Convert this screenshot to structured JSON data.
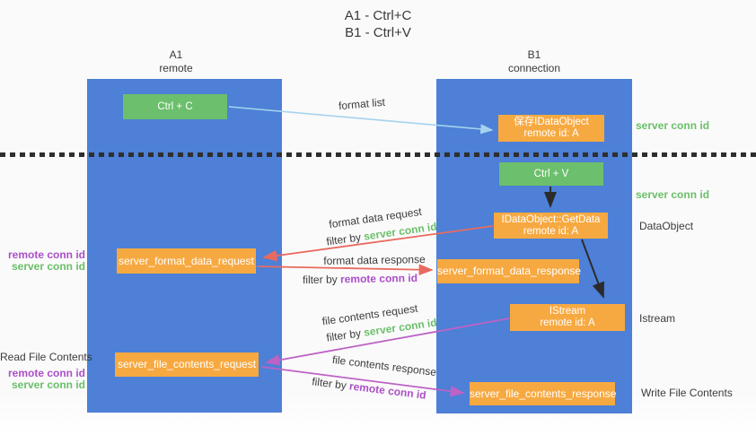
{
  "title": {
    "line1": "A1 - Ctrl+C",
    "line2": "B1 - Ctrl+V"
  },
  "columns": {
    "a1": {
      "name": "A1",
      "subtitle": "remote"
    },
    "b1": {
      "name": "B1",
      "subtitle": "connection"
    }
  },
  "nodes": {
    "ctrl_c": {
      "label": "Ctrl + C"
    },
    "save_dataobject": {
      "line1": "保存IDataObject",
      "line2": "remote id: A"
    },
    "ctrl_v": {
      "label": "Ctrl + V"
    },
    "getdata": {
      "line1": "IDataObject::GetData",
      "line2": "remote id: A"
    },
    "format_request": {
      "label": "server_format_data_request"
    },
    "format_response": {
      "label": "server_format_data_response"
    },
    "istream": {
      "line1": "IStream",
      "line2": "remote id: A"
    },
    "file_request": {
      "label": "server_file_contents_request"
    },
    "file_response": {
      "label": "server_file_contents_response"
    }
  },
  "side_labels": {
    "server_conn_id_top": "server conn id",
    "server_conn_id_mid": "server conn id",
    "dataobject": "DataObject",
    "istream": "Istream",
    "write_file_contents": "Write File Contents",
    "read_file_contents": "Read File Contents",
    "left_top_remote": "remote conn id",
    "left_top_server": "server conn id",
    "left_bottom_remote": "remote conn id",
    "left_bottom_server": "server conn id"
  },
  "arrow_labels": {
    "format_list": "format list",
    "format_data_request": "format data request",
    "filter_by_server_1": {
      "prefix": "filter by ",
      "highlight": "server conn id"
    },
    "format_data_response": "format data response",
    "filter_by_remote_1": {
      "prefix": "filter by ",
      "highlight": "remote conn id"
    },
    "file_contents_request": "file contents request",
    "filter_by_server_2": {
      "prefix": "filter by ",
      "highlight": "server conn id"
    },
    "file_contents_response": "file contents response",
    "filter_by_remote_2": {
      "prefix": "filter by ",
      "highlight": "remote conn id"
    }
  },
  "colors": {
    "lifeline_blue": "#4d80d6",
    "node_green": "#6cbf6c",
    "node_orange": "#f7a941",
    "arrow_lightblue": "#a5d2ee",
    "arrow_black": "#2b2b2b",
    "arrow_red": "#e96a5f",
    "arrow_magenta": "#bd62c6",
    "text_green": "#6abf69",
    "text_purple": "#ab4fc8",
    "text_dark": "#3c3c3c"
  }
}
